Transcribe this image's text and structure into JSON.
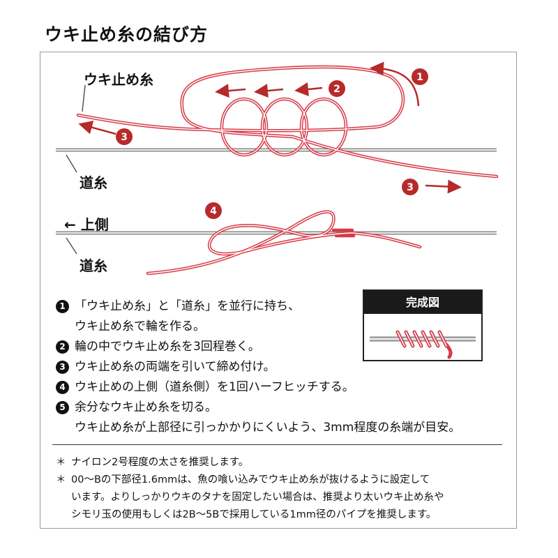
{
  "title": "ウキ止め糸の結び方",
  "labels": {
    "uki_dome_ito": "ウキ止め糸",
    "michi_ito_1": "道糸",
    "michi_ito_2": "道糸",
    "upper_side": "上側",
    "arrow_left": "←"
  },
  "badges": [
    "1",
    "2",
    "3",
    "3",
    "4"
  ],
  "done": {
    "title": "完成図"
  },
  "steps": [
    {
      "num": "1",
      "lines": [
        "「ウキ止め糸」と「道糸」を並行に持ち、",
        "ウキ止め糸で輪を作る。"
      ]
    },
    {
      "num": "2",
      "lines": [
        "輪の中でウキ止め糸を3回程巻く。"
      ]
    },
    {
      "num": "3",
      "lines": [
        "ウキ止め糸の両端を引いて締め付け。"
      ]
    },
    {
      "num": "4",
      "lines": [
        "ウキ止めの上側（道糸側）を1回ハーフヒッチする。"
      ]
    },
    {
      "num": "5",
      "lines": [
        "余分なウキ止め糸を切る。",
        "ウキ止め糸が上部径に引っかかりにくいよう、3mm程度の糸端が目安。"
      ]
    }
  ],
  "notes": [
    {
      "mark": "＊",
      "lines": [
        "ナイロン2号程度の太さを推奨します。"
      ]
    },
    {
      "mark": "＊",
      "lines": [
        "00〜Bの下部径1.6mmは、魚の喰い込みでウキ止め糸が抜けるように設定して",
        "います。よりしっかりウキのタナを固定したい場合は、推奨より太いウキ止め糸や",
        "シモリ玉の使用もしくは2B〜5Bで採用している1mm径のパイプを推奨します。"
      ]
    }
  ],
  "colors": {
    "thread": "#d63a48",
    "arrow": "#b52a2a",
    "badge": "#b82a2a",
    "line": "#9a9a9a"
  }
}
